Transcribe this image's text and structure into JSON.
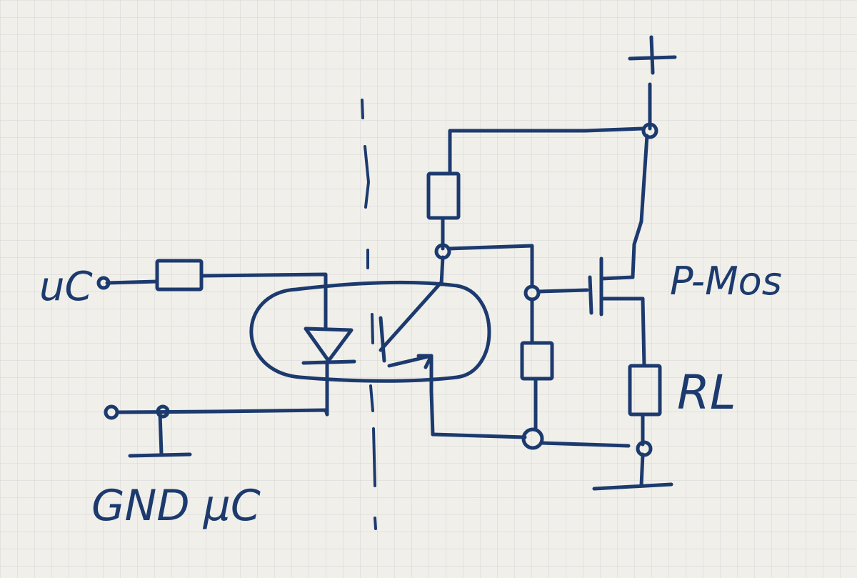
{
  "labels": {
    "supply_plus": "+",
    "uc_input": "uC",
    "gnd_uc": "GND µC",
    "p_mos": "P-Mos",
    "r_load": "RL"
  },
  "colors": {
    "ink": "#1c3a6e",
    "paper": "#f0efea",
    "grid": "#d4d6d6",
    "grid_major": "#c7cacb"
  }
}
